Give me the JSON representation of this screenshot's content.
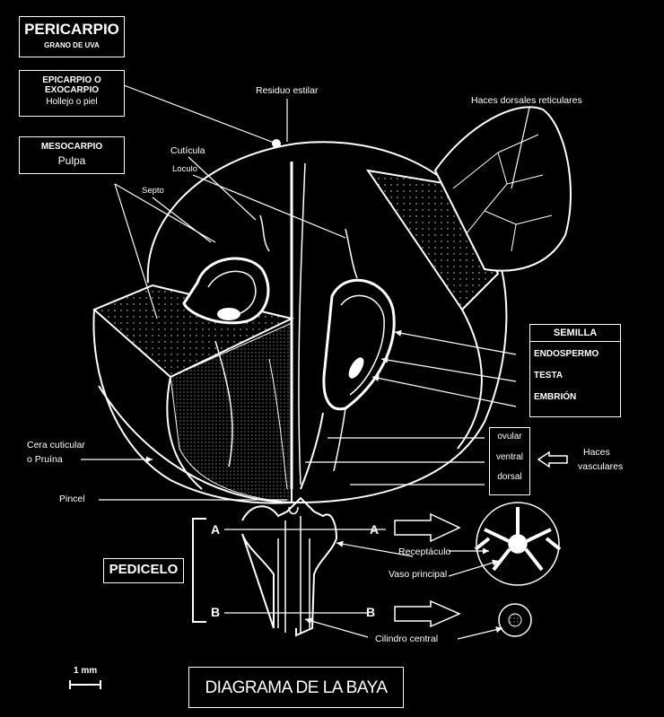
{
  "pericarpio": {
    "title": "PERICARPIO",
    "subtitle": "GRANO DE UVA"
  },
  "epicarpio": {
    "title_line1": "EPICARPIO O",
    "title_line2": "EXOCARPIO",
    "subtitle": "Hollejo o piel"
  },
  "mesocarpio": {
    "title": "MESOCARPIO",
    "subtitle": "Pulpa"
  },
  "labels": {
    "residuo_estilar": "Residuo estilar",
    "cuticula": "Cutícula",
    "loculo": "Loculo",
    "septo": "Septo",
    "haces_dorsales": "Haces dorsales reticulares",
    "cera_line1": "Cera cuticular",
    "cera_line2": "o Pruína",
    "pincel": "Pincel",
    "haces_vasculares_line1": "Haces",
    "haces_vasculares_line2": "vasculares",
    "receptaculo": "Receptáculo",
    "vaso_principal": "Vaso principal",
    "cilindro_central": "Cilindro central",
    "section_a": "A",
    "section_b": "B",
    "scale": "1 mm"
  },
  "semilla": {
    "title": "SEMILLA",
    "parts": [
      "ENDOSPERMO",
      "TESTA",
      "EMBRIÓN"
    ]
  },
  "vascular": [
    "ovular",
    "ventral",
    "dorsal"
  ],
  "pedicelo": "PEDICELO",
  "diagram_title": "DIAGRAMA DE LA BAYA"
}
